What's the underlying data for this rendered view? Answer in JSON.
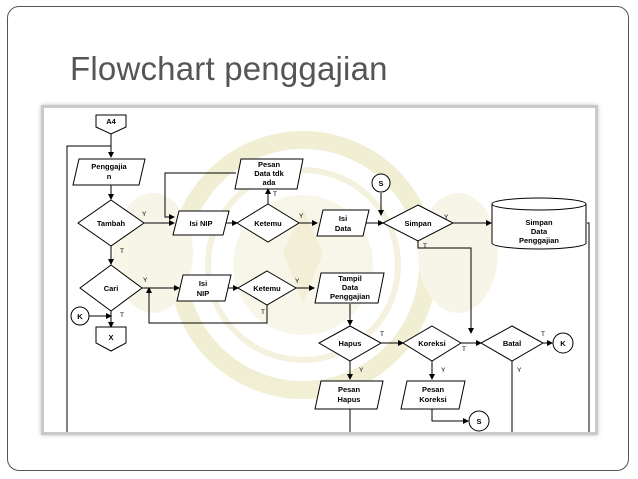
{
  "slide": {
    "title": "Flowchart penggajian"
  },
  "nodes": {
    "offpage_a4": "A4",
    "input_penggajian": [
      "Penggajia",
      "n"
    ],
    "tambah": "Tambah",
    "isi_nip_1": "Isi NIP",
    "ketemu_1": "Ketemu",
    "pesan_data_tdk_ada": [
      "Pesan",
      "Data tdk",
      "ada"
    ],
    "isi_data": [
      "Isi",
      "Data"
    ],
    "connector_s_top": "S",
    "simpan": "Simpan",
    "simpan_data": [
      "Simpan",
      "Data",
      "Penggajian"
    ],
    "cari": "Cari",
    "isi_nip_2": [
      "Isi",
      "NIP"
    ],
    "ketemu_2": "Ketemu",
    "tampil_data": [
      "Tampil",
      "Data",
      "Penggajian"
    ],
    "connector_k_left": "K",
    "offpage_x": "X",
    "hapus": "Hapus",
    "koreksi": "Koreksi",
    "batal": "Batal",
    "connector_k_right": "K",
    "pesan_hapus": [
      "Pesan",
      "Hapus"
    ],
    "pesan_koreksi": [
      "Pesan",
      "Koreksi"
    ],
    "connector_s_bottom": "S"
  },
  "edge_labels": {
    "tambah_y": "Y",
    "tambah_t": "T",
    "ketemu1_t": "T",
    "ketemu1_y": "Y",
    "simpan_y": "Y",
    "simpan_t": "T",
    "cari_y": "Y",
    "cari_t": "T",
    "ketemu2_y": "Y",
    "ketemu2_t": "T",
    "hapus_t": "T",
    "hapus_y": "Y",
    "koreksi_t": "T",
    "koreksi_y": "Y",
    "batal_t": "T",
    "batal_y": "Y"
  },
  "colors": {
    "watermark": "#e6e2b0",
    "line": "#000000"
  }
}
